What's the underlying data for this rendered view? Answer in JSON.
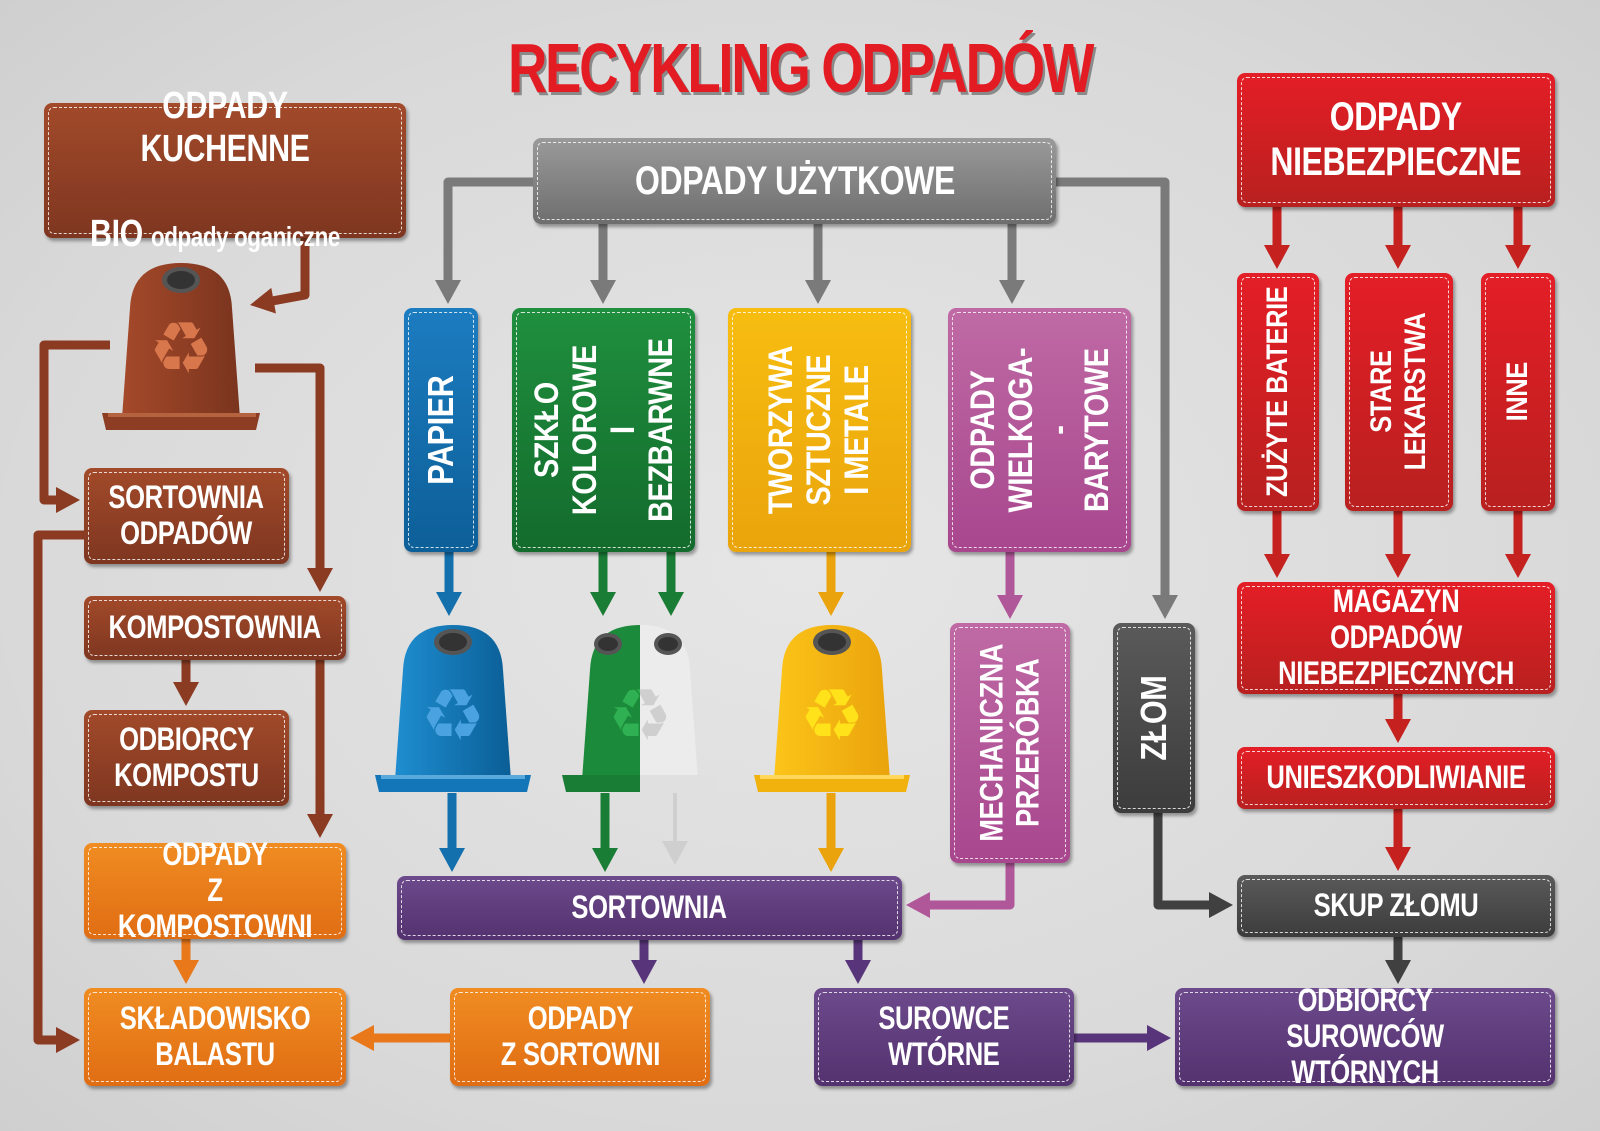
{
  "title": "RECYKLING ODPADÓW",
  "colors": {
    "title": "#e31b23",
    "bio": "#8e3f24",
    "residual": "#ec7d1a",
    "municipal": "#808080",
    "paper": "#1470ad",
    "glass": "#1a7d36",
    "plastic_metal": "#f2b20e",
    "bulky": "#b0579a",
    "scrap": "#4a4a4a",
    "hazardous": "#d61f25",
    "sorting": "#603e7f"
  },
  "bio": {
    "source": {
      "line1": "ODPADY KUCHENNE",
      "line2_bold": "BIO",
      "line2_rest": "odpady oganiczne"
    },
    "bin_icon": "brown-recycling-bin-icon",
    "sorting": "SORTOWNIA\nODPADÓW",
    "composting": "KOMPOSTOWNIA",
    "compost_recipients": "ODBIORCY\nKOMPOSTU",
    "compost_waste": "ODPADY\nZ KOMPOSTOWNI",
    "landfill": "SKŁADOWISKO\nBALASTU"
  },
  "municipal": {
    "source": "ODPADY UŻYTKOWE",
    "categories": [
      {
        "label": "PAPIER",
        "bin_icon": "blue-recycling-bin-icon"
      },
      {
        "label": "SZKŁO\nKOLOROWE I\nBEZBARWNE",
        "bin_icon": "green-white-recycling-bin-icon"
      },
      {
        "label": "TWORZYWA\nSZTUCZNE\nI METALE",
        "bin_icon": "yellow-recycling-bin-icon"
      },
      {
        "label": "ODPADY\nWIELKOGA-\n-BARYTOWE"
      }
    ],
    "mechanical": "MECHANICZNA\nPRZERÓBKA",
    "scrap": "ZŁOM",
    "sorting": "SORTOWNIA",
    "sorting_waste": "ODPADY\nZ SORTOWNI",
    "secondary_materials": "SUROWCE\nWTÓRNE",
    "scrap_buyer": "SKUP ZŁOMU",
    "secondary_recipients": "ODBIORCY\nSUROWCÓW WTÓRNYCH"
  },
  "hazardous": {
    "source": "ODPADY\nNIEBEZPIECZNE",
    "categories": [
      "ZUŻYTE BATERIE",
      "STARE\nLEKARSTWA",
      "INNE"
    ],
    "storage": "MAGAZYN ODPADÓW\nNIEBEZPIECZNYCH",
    "neutralization": "UNIESZKODLIWIANIE"
  }
}
